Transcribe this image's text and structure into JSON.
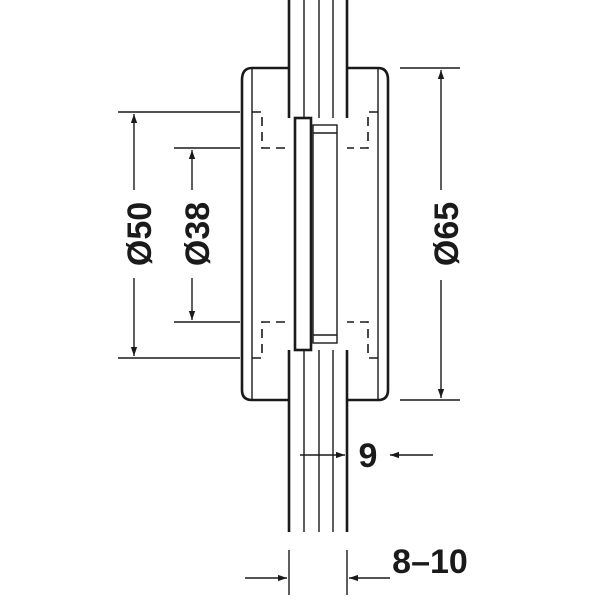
{
  "dimensions": {
    "outer_diameter": "Ø65",
    "large_diameter": "Ø50",
    "small_diameter": "Ø38",
    "slot_width": "9",
    "glass_thickness": "8–10"
  },
  "colors": {
    "line": "#1a1a1a",
    "background": "#ffffff"
  }
}
